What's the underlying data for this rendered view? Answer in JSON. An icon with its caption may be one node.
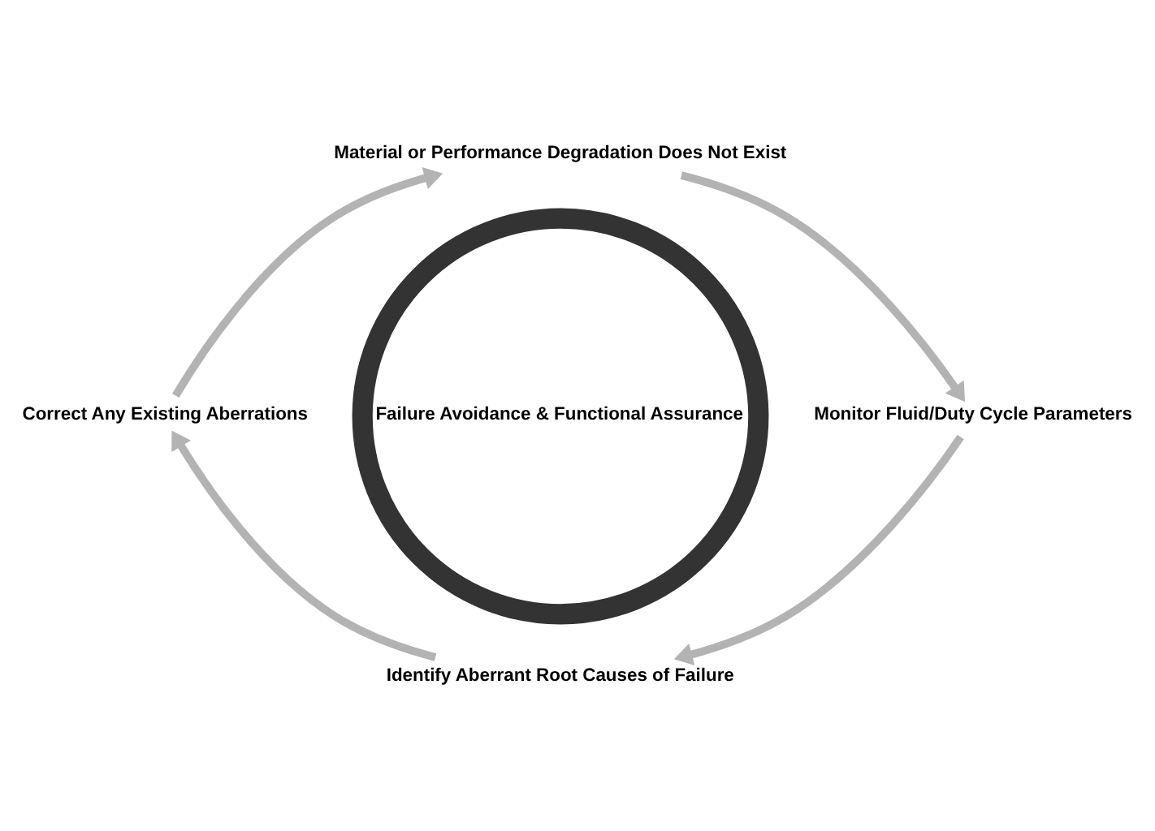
{
  "diagram": {
    "nodes": [
      {
        "text": [
          "Failure Avoidance & Functional Assurance"
        ]
      },
      {
        "text": [
          "Material or Performance Degradation Does Not Exist"
        ]
      },
      {
        "text": [
          "Monitor Fluid/Duty Cycle Parameters"
        ]
      },
      {
        "text": [
          "Identify Aberrant Root Causes of Failure"
        ]
      },
      {
        "text": [
          "Correct Any Existing Aberrations"
        ]
      }
    ],
    "edges": [
      {
        "from": 1,
        "to": 2,
        "arrow": "to"
      },
      {
        "from": 2,
        "to": 3,
        "arrow": "to"
      },
      {
        "from": 3,
        "to": 4,
        "arrow": "to"
      },
      {
        "from": 4,
        "to": 1,
        "arrow": "to"
      }
    ]
  }
}
